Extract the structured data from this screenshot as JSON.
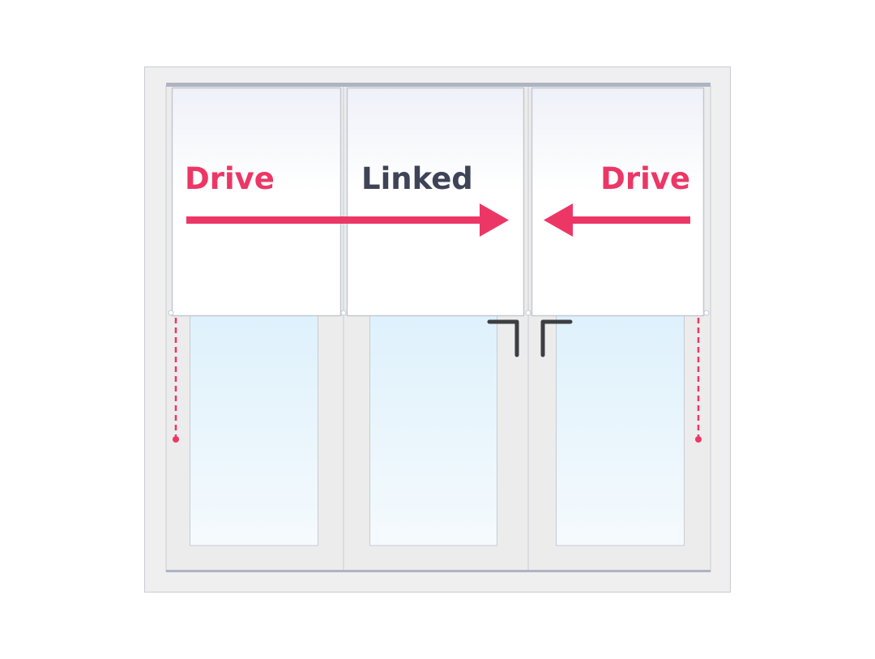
{
  "labels": {
    "left": "Drive",
    "middle": "Linked",
    "right": "Drive"
  },
  "colors": {
    "accent": "#ec3766",
    "label_dark": "#3e4357",
    "frame": "#eeeeee",
    "rail": "#adb4c2",
    "glass_top": "#def1fc",
    "glass_bottom": "#f5fafd",
    "handle": "#3d3e42"
  }
}
